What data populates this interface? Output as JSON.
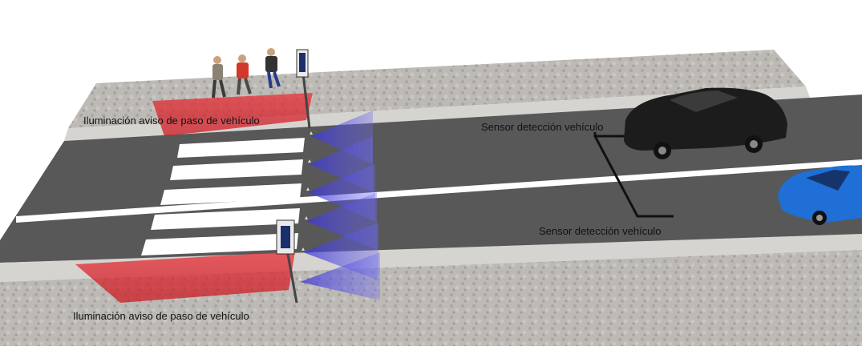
{
  "labels": {
    "light_top": "Iluminación aviso de paso de vehículo",
    "light_bottom": "Iluminación aviso de paso de vehículo",
    "sensor_top": "Sensor detección vehículo",
    "sensor_bottom": "Sensor detección vehículo"
  },
  "colors": {
    "sidewalk": "#b9b6b2",
    "road": "#5a5a5a",
    "curb": "#d4d2ce",
    "stripe": "#ffffff",
    "warning_light": "#e0202a",
    "sensor_beam": "#4b46e0",
    "car_black": "#1a1a1a",
    "car_blue": "#1f6fd6"
  },
  "icons": {
    "pedestrians": "pedestrian-figures",
    "sign": "crosswalk-sign-post",
    "car_black": "black-sedan",
    "car_blue": "blue-hatchback"
  }
}
